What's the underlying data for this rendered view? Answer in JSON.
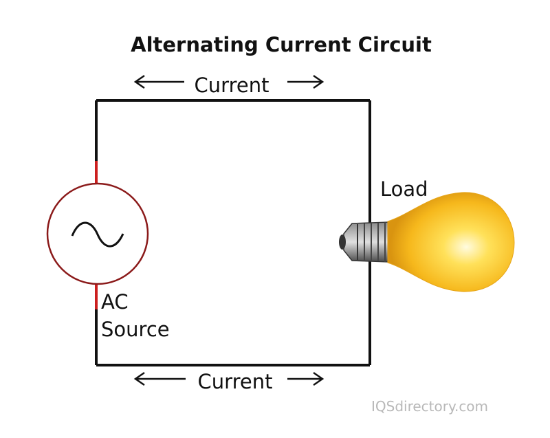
{
  "title": "Alternating Current Circuit",
  "current_label_top": "Current",
  "current_label_bottom": "Current",
  "load_label": "Load",
  "source_label_line1": "AC",
  "source_label_line2": "Source",
  "watermark": "IQSdirectory.com",
  "colors": {
    "wire": "#111111",
    "source_lead": "#cc1f1f",
    "source_ring": "#8b1a1a",
    "bulb_glass": "#f6b81c",
    "bulb_highlight": "#fffbe0",
    "bulb_base": "#555555"
  },
  "icons": {
    "source_symbol": "sine-wave-icon",
    "load": "light-bulb-icon",
    "direction": "double-arrow-icon"
  }
}
